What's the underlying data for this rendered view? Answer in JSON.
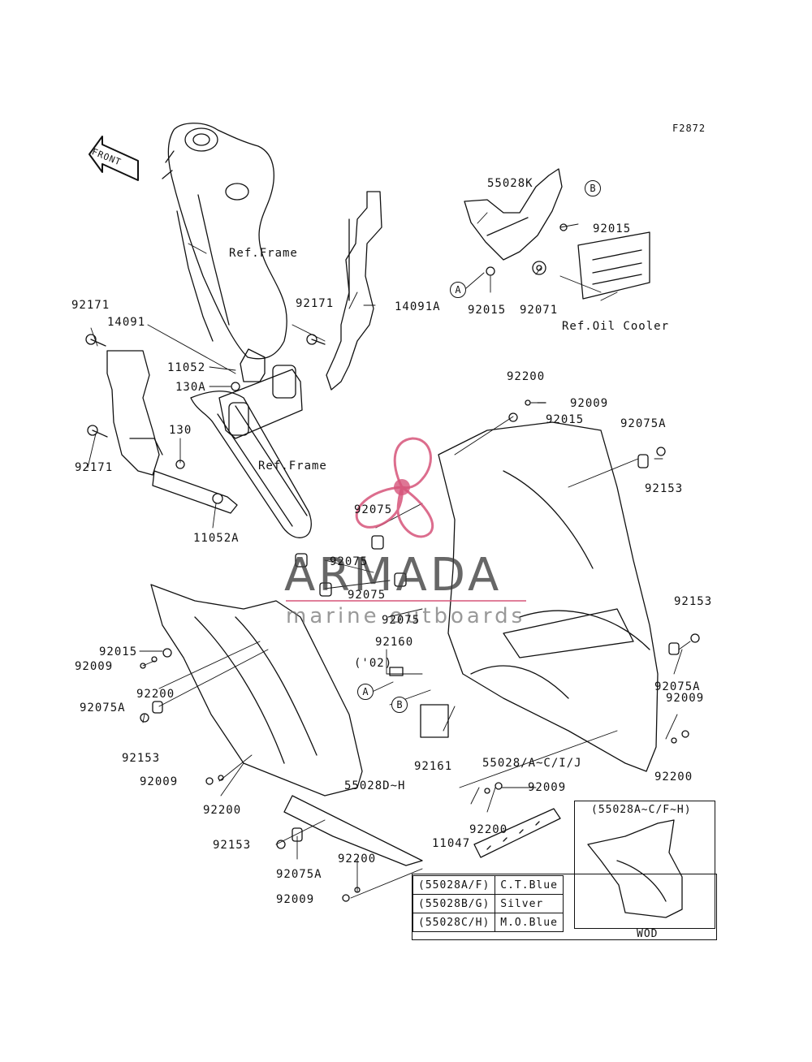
{
  "figure_code": "F2872",
  "front_arrow": "FRONT",
  "watermark": {
    "brand": "ARMADA",
    "tagline": "marine outboards",
    "color": "#d6547a"
  },
  "ref_labels": {
    "frame_upper": "Ref.Frame",
    "frame_lower": "Ref.Frame",
    "oil_cooler": "Ref.Oil Cooler"
  },
  "callouts": {
    "a": "A",
    "b": "B"
  },
  "parts": {
    "p55028K": "55028K",
    "p92015_b": "92015",
    "p92015_a": "92015",
    "p92071": "92071",
    "p92171_left_top": "92171",
    "p14091": "14091",
    "p92171_center": "92171",
    "p14091A": "14091A",
    "p11052": "11052",
    "p130A": "130A",
    "p130": "130",
    "p92171_left_bottom": "92171",
    "p11052A": "11052A",
    "p92200_top": "92200",
    "p92009_top": "92009",
    "p92015_mid": "92015",
    "p92075A_right": "92075A",
    "p92153_right": "92153",
    "p92075_mid": "92075",
    "p92075_a": "92075",
    "p92075_b": "92075",
    "p92075_c": "92075",
    "p92160": "92160",
    "p02": "('02)",
    "p92153_far_right": "92153",
    "p92075A_far_right": "92075A",
    "p92009_far_right": "92009",
    "p92015_left": "92015",
    "p92009_left": "92009",
    "p92200_left": "92200",
    "p92075A_left": "92075A",
    "p92153_left": "92153",
    "p92161": "92161",
    "p55028_aci": "55028/A~C/I/J",
    "p92200_far_right": "92200",
    "p92009_low_left": "92009",
    "p55028D": "55028D~H",
    "p92200_low_left": "92200",
    "p92009_low_mid": "92009",
    "p92200_low_mid": "92200",
    "p11047": "11047",
    "p92153_bottom": "92153",
    "p92075A_bottom": "92075A",
    "p92200_bottom": "92200",
    "p92009_bottom": "92009"
  },
  "inset": {
    "title": "(55028A~C/F~H)",
    "caption": "WOD"
  },
  "color_table": [
    {
      "code": "(55028A/F)",
      "color": "C.T.Blue"
    },
    {
      "code": "(55028B/G)",
      "color": "Silver"
    },
    {
      "code": "(55028C/H)",
      "color": "M.O.Blue"
    }
  ]
}
